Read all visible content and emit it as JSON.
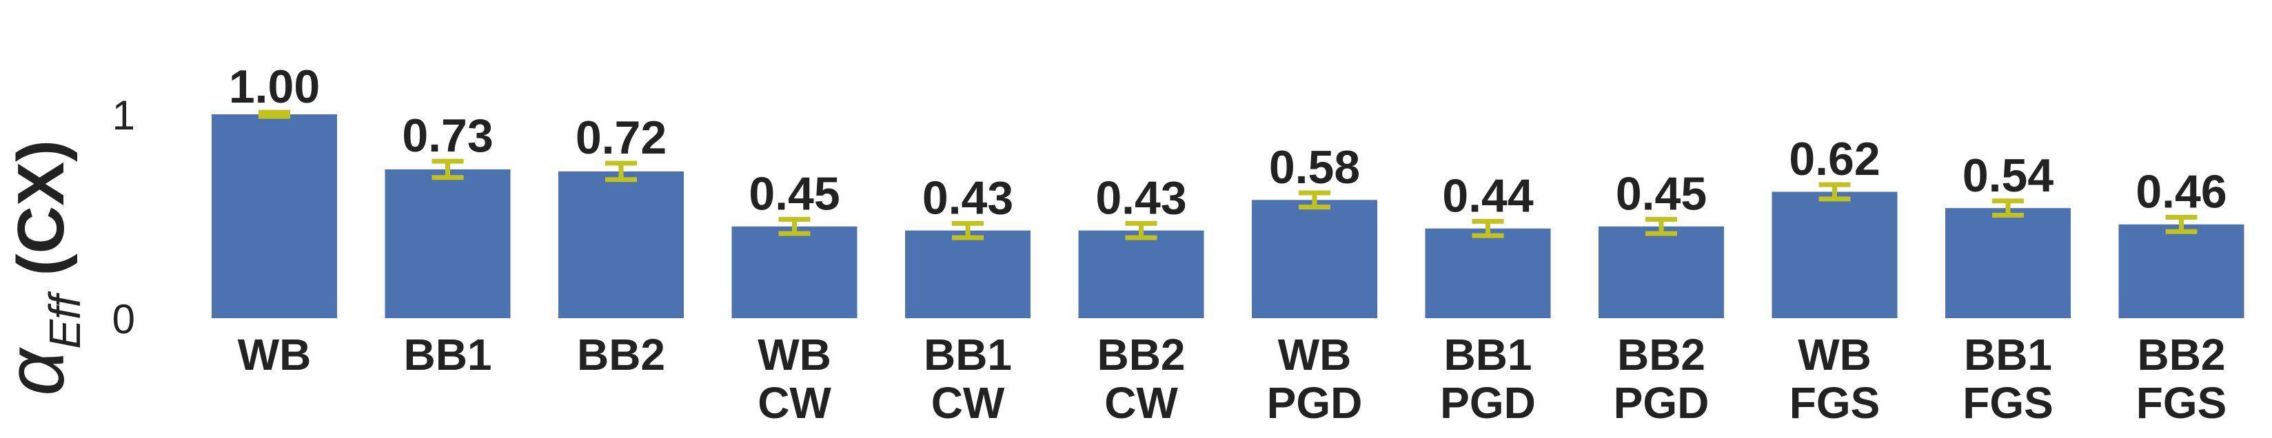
{
  "chart_data": {
    "type": "bar",
    "categories": [
      "WB",
      "BB1",
      "BB2",
      "WB\nCW",
      "BB1\nCW",
      "BB2\nCW",
      "WB\nPGD",
      "BB1\nPGD",
      "BB2\nPGD",
      "WB\nFGS",
      "BB1\nFGS",
      "BB2\nFGS"
    ],
    "values": [
      1.0,
      0.73,
      0.72,
      0.45,
      0.43,
      0.43,
      0.58,
      0.44,
      0.45,
      0.62,
      0.54,
      0.46
    ],
    "value_labels": [
      "1.00",
      "0.73",
      "0.72",
      "0.45",
      "0.43",
      "0.43",
      "0.58",
      "0.44",
      "0.45",
      "0.62",
      "0.54",
      "0.46"
    ],
    "error": [
      0.01,
      0.04,
      0.04,
      0.035,
      0.035,
      0.035,
      0.035,
      0.035,
      0.035,
      0.035,
      0.035,
      0.035
    ],
    "ylabel_symbol": "α",
    "ylabel_subscript": "Eff",
    "ylabel_suffix": "(CX)",
    "yticks": [
      0,
      1
    ],
    "ylim": [
      0,
      1
    ],
    "grid": false,
    "bar_color": "#4c72b0",
    "error_color": "#c2c21e"
  }
}
